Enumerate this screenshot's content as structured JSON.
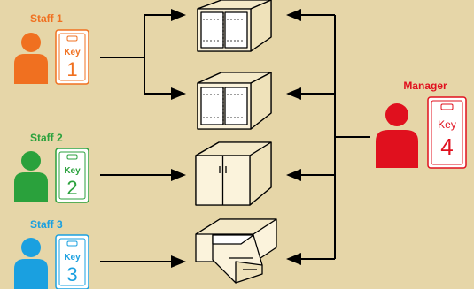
{
  "staff": [
    {
      "name": "Staff 1",
      "color": "#f07020",
      "key_word": "Key",
      "key_number": "1"
    },
    {
      "name": "Staff 2",
      "color": "#2aa13c",
      "key_word": "Key",
      "key_number": "2"
    },
    {
      "name": "Staff 3",
      "color": "#1aa0e0",
      "key_word": "Key",
      "key_number": "3"
    }
  ],
  "manager": {
    "name": "Manager",
    "color": "#e0101e",
    "key_word": "Key",
    "key_number": "4"
  },
  "colors": {
    "background": "#e6d6a8",
    "line": "#000000",
    "cabinet_fill": "#fbf3dc"
  },
  "cabinets": [
    {
      "type": "glass-door-cabinet",
      "icon": "glass-cabinet-icon"
    },
    {
      "type": "glass-door-cabinet",
      "icon": "glass-cabinet-icon"
    },
    {
      "type": "solid-door-cabinet",
      "icon": "door-cabinet-icon"
    },
    {
      "type": "drawer-cabinet",
      "icon": "drawer-cabinet-icon"
    }
  ]
}
